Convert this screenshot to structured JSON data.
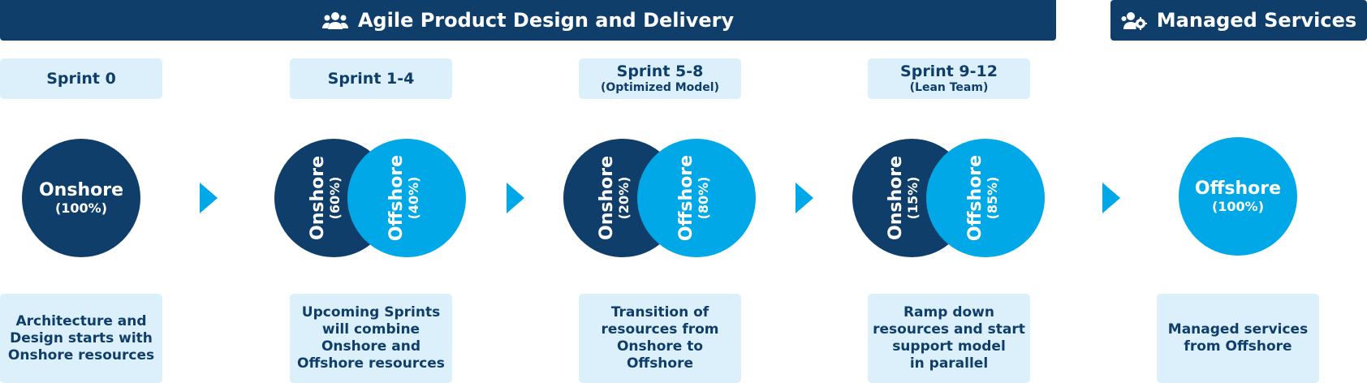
{
  "header": {
    "title": "Agile Product Design and Delivery",
    "managed_title": "Managed Services"
  },
  "colors": {
    "dark": "#0f3e6b",
    "light": "#00a8e8",
    "panel": "#dcf0fb"
  },
  "stages": [
    {
      "label": "Sprint 0",
      "sublabel": "",
      "onshore_title": "Onshore",
      "onshore_pct": "(100%)",
      "offshore_title": "",
      "offshore_pct": "",
      "description": "Architecture and\nDesign starts with\nOnshore resources"
    },
    {
      "label": "Sprint 1-4",
      "sublabel": "",
      "onshore_title": "Onshore",
      "onshore_pct": "(60%)",
      "offshore_title": "Offshore",
      "offshore_pct": "(40%)",
      "description": "Upcoming Sprints\nwill combine\nOnshore and\nOffshore resources"
    },
    {
      "label": "Sprint 5-8",
      "sublabel": "(Optimized Model)",
      "onshore_title": "Onshore",
      "onshore_pct": "(20%)",
      "offshore_title": "Offshore",
      "offshore_pct": "(80%)",
      "description": "Transition of\nresources from\nOnshore to Offshore"
    },
    {
      "label": "Sprint 9-12",
      "sublabel": "(Lean Team)",
      "onshore_title": "Onshore",
      "onshore_pct": "(15%)",
      "offshore_title": "Offshore",
      "offshore_pct": "(85%)",
      "description": "Ramp down\nresources and start\nsupport model\nin parallel"
    },
    {
      "label": "",
      "sublabel": "",
      "onshore_title": "",
      "onshore_pct": "",
      "offshore_title": "Offshore",
      "offshore_pct": "(100%)",
      "description": "Managed services\nfrom Offshore"
    }
  ],
  "icons": {
    "team": "team-icon",
    "team_gear": "team-gear-icon",
    "arrow": "chevron-right-icon"
  }
}
